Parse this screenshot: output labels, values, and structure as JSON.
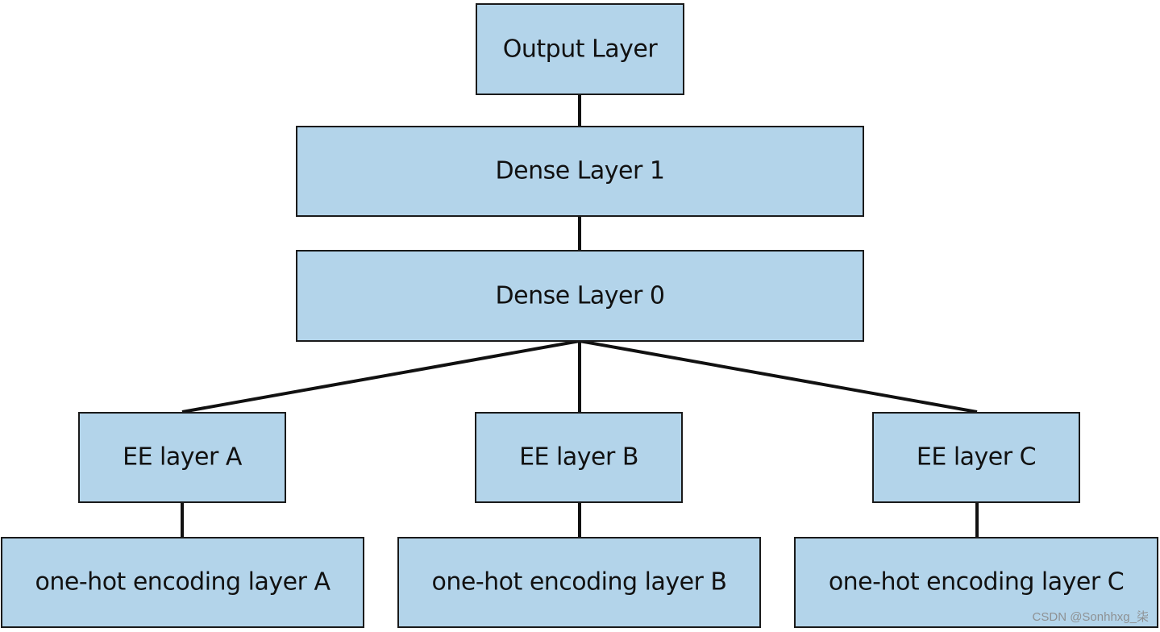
{
  "diagram": {
    "nodes": {
      "output": {
        "label": "Output Layer"
      },
      "dense1": {
        "label": "Dense Layer 1"
      },
      "dense0": {
        "label": "Dense Layer 0"
      },
      "ee_a": {
        "label": "EE layer A"
      },
      "ee_b": {
        "label": "EE layer B"
      },
      "ee_c": {
        "label": "EE layer C"
      },
      "onehot_a": {
        "label": "one-hot encoding layer A"
      },
      "onehot_b": {
        "label": "one-hot encoding layer B"
      },
      "onehot_c": {
        "label": "one-hot encoding layer C"
      }
    },
    "edges": [
      {
        "from": "dense1",
        "to": "output"
      },
      {
        "from": "dense0",
        "to": "dense1"
      },
      {
        "from": "ee_a",
        "to": "dense0"
      },
      {
        "from": "ee_b",
        "to": "dense0"
      },
      {
        "from": "ee_c",
        "to": "dense0"
      },
      {
        "from": "onehot_a",
        "to": "ee_a"
      },
      {
        "from": "onehot_b",
        "to": "ee_b"
      },
      {
        "from": "onehot_c",
        "to": "ee_c"
      }
    ],
    "colors": {
      "box_fill": "#b3d4ea",
      "box_stroke": "#1a1a1a",
      "edge": "#111111"
    }
  },
  "watermark": {
    "text": "CSDN @Sonhhxg_柒"
  }
}
